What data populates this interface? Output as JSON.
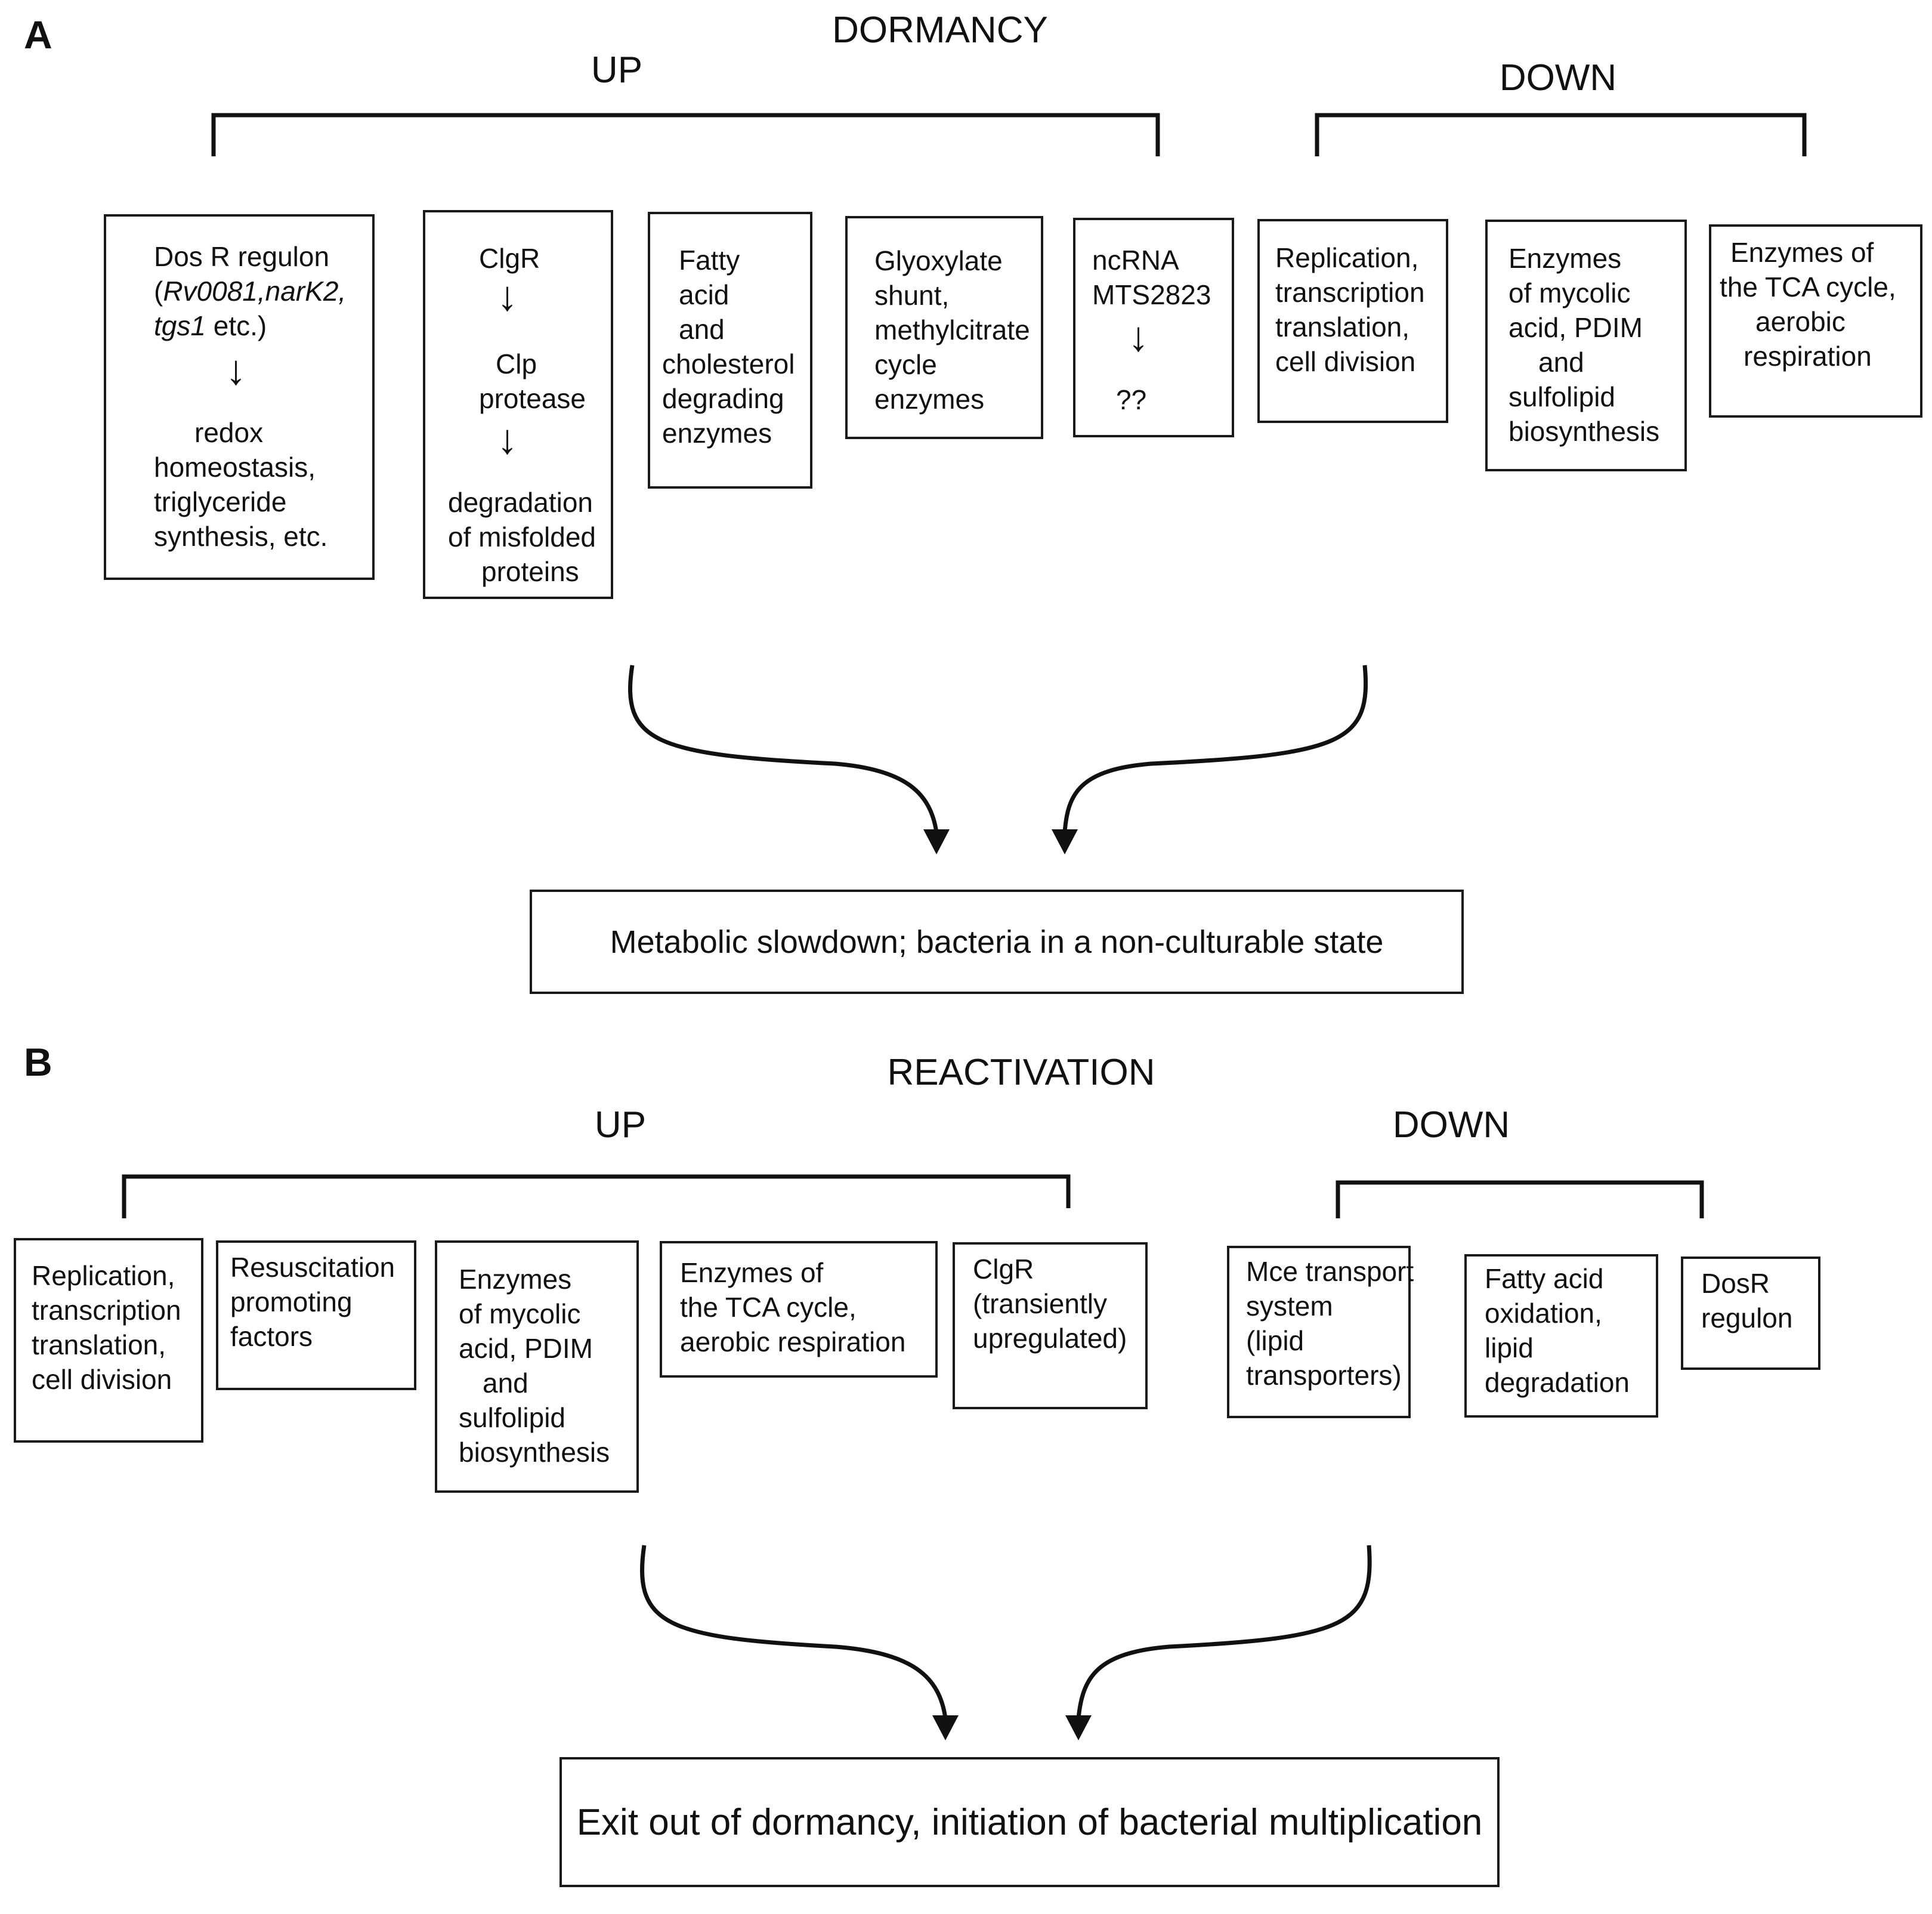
{
  "panelA": {
    "letter": "A",
    "title": "DORMANCY",
    "up": "UP",
    "down": "DOWN",
    "boxes": {
      "dosr": {
        "l1": "Dos R regulon",
        "l2_open": "(",
        "l2_italic": "Rv0081,narK2,",
        "l3_italic": "tgs1",
        "l3_rest": " etc.)",
        "arrow": "↓",
        "l4": "redox",
        "l5": "homeostasis,",
        "l6": "triglyceride",
        "l7": "synthesis, etc."
      },
      "clgr": {
        "l1": "ClgR",
        "arrow1": "↓",
        "l2": "Clp",
        "l3": "protease",
        "arrow2": "↓",
        "l4": "degradation",
        "l5": "of misfolded",
        "l6": "proteins"
      },
      "fatty": {
        "l1": "Fatty",
        "l2": "acid",
        "l3": "and",
        "l4": "cholesterol",
        "l5": "degrading",
        "l6": "enzymes"
      },
      "glyox": {
        "l1": "Glyoxylate",
        "l2": "shunt,",
        "l3": "methylcitrate",
        "l4": "cycle",
        "l5": "enzymes"
      },
      "ncrna": {
        "l1": "ncRNA",
        "l2": "MTS2823",
        "arrow": "↓",
        "l3": "??"
      },
      "repl": {
        "l1": "Replication,",
        "l2": "transcription",
        "l3": "translation,",
        "l4": "cell division"
      },
      "mycolic": {
        "l1": "Enzymes",
        "l2": "of mycolic",
        "l3": "acid, PDIM",
        "l4": "and",
        "l5": "sulfolipid",
        "l6": "biosynthesis"
      },
      "tca": {
        "l1": "Enzymes of",
        "l2": "the TCA cycle,",
        "l3": "aerobic",
        "l4": "respiration"
      }
    },
    "result": "Metabolic slowdown; bacteria in a non-culturable state"
  },
  "panelB": {
    "letter": "B",
    "title": "REACTIVATION",
    "up": "UP",
    "down": "DOWN",
    "boxes": {
      "repl": {
        "l1": "Replication,",
        "l2": "transcription",
        "l3": "translation,",
        "l4": "cell division"
      },
      "rpf": {
        "l1": "Resuscitation",
        "l2": "promoting",
        "l3": "factors"
      },
      "mycolic": {
        "l1": "Enzymes",
        "l2": "of mycolic",
        "l3": "acid, PDIM",
        "l4": "and",
        "l5": "sulfolipid",
        "l6": "biosynthesis"
      },
      "tca": {
        "l1": "Enzymes of",
        "l2": "the TCA cycle,",
        "l3": "aerobic respiration"
      },
      "clgr": {
        "l1": "ClgR",
        "l2": "(transiently",
        "l3": "upregulated)"
      },
      "mce": {
        "l1": "Mce transport",
        "l2": "system",
        "l3": "(lipid",
        "l4": "transporters)"
      },
      "fao": {
        "l1": "Fatty acid",
        "l2": "oxidation,",
        "l3": "lipid",
        "l4": "degradation"
      },
      "dosr": {
        "l1": "DosR",
        "l2": "regulon"
      }
    },
    "result": "Exit out of dormancy, initiation of bacterial multiplication"
  }
}
